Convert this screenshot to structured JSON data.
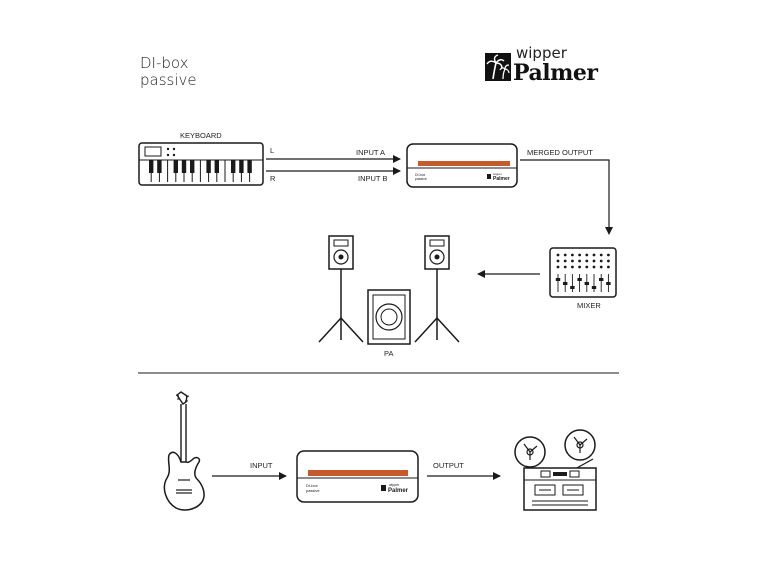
{
  "title": {
    "line1": "DI-box",
    "line2": "passive"
  },
  "brand": {
    "small": "wipper",
    "big": "Palmer"
  },
  "device": {
    "line1": "DI-box",
    "line2": "passive",
    "brand_small": "wipper",
    "brand_big": "Palmer"
  },
  "top": {
    "keyboard": "KEYBOARD",
    "ch_l": "L",
    "ch_r": "R",
    "input_a": "INPUT A",
    "input_b": "INPUT B",
    "merged_output": "MERGED OUTPUT",
    "mixer": "MIXER",
    "pa": "PA"
  },
  "bottom": {
    "input": "INPUT",
    "output": "OUTPUT"
  },
  "colors": {
    "ink": "#1a1a1a",
    "accent": "#c65a2a",
    "bg": "#ffffff"
  }
}
